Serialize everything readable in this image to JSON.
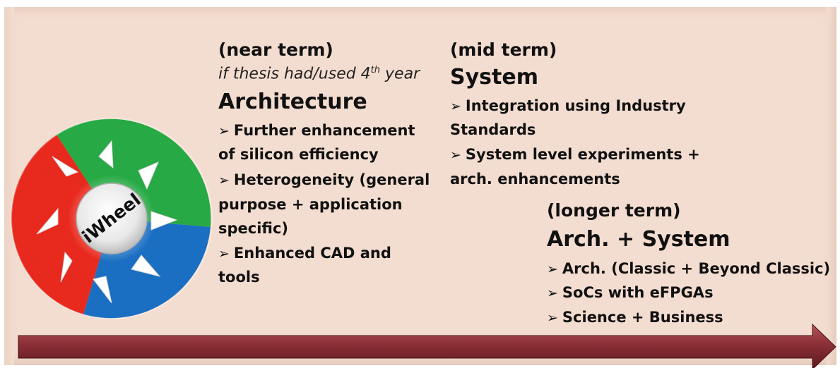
{
  "wheel": {
    "label": "iWheel"
  },
  "near": {
    "term": "(near term)",
    "note_prefix": "if thesis had/used 4",
    "note_sup": "th",
    "note_suffix": " year",
    "heading": "Architecture",
    "items": [
      "Further enhancement",
      "of silicon efficiency",
      "Heterogeneity (general",
      "purpose + application",
      "specific)",
      "Enhanced CAD and",
      "tools"
    ]
  },
  "mid": {
    "term": "(mid term)",
    "heading": "System",
    "items": [
      "Integration using Industry",
      "Standards",
      "System level experiments +",
      "arch. enhancements"
    ]
  },
  "longer": {
    "term": "(longer term)",
    "heading": "Arch. + System",
    "items": [
      "Arch. (Classic + Beyond Classic)",
      "SoCs with eFPGAs",
      "Science + Business"
    ]
  },
  "colors": {
    "panel": "#f3ddd0",
    "arrow": "#8a2f35",
    "wheel_red": "#e8291e",
    "wheel_green": "#27a945",
    "wheel_blue": "#1b6fc2"
  }
}
